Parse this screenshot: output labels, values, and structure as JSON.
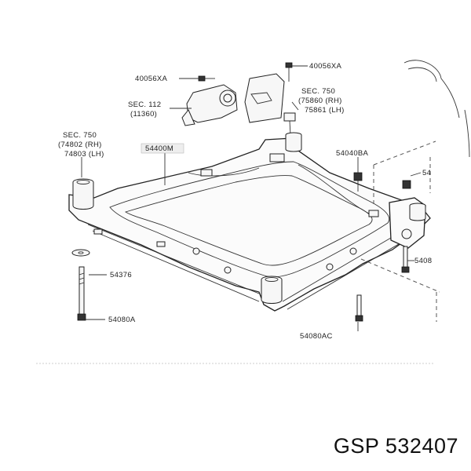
{
  "brand": {
    "text": "GSP 532407"
  },
  "labels": {
    "l40056xa_a": "40056XA",
    "l40056xa_b": "40056XA",
    "sec112": "SEC. 112",
    "sec112_sub": "(11360)",
    "sec750_a": "SEC. 750",
    "sec750_a_1": "(74802 (RH)",
    "sec750_a_2": "74803 (LH)",
    "l54400m": "54400M",
    "sec750_b": "SEC. 750",
    "sec750_b_1": "(75860 (RH)",
    "sec750_b_2": "75861 (LH)",
    "l54040ba": "54040BA",
    "l54_cut": "54",
    "l5408_cut": "5408",
    "l54376": "54376",
    "l54080a": "54080A",
    "l54080ac": "54080AC"
  }
}
